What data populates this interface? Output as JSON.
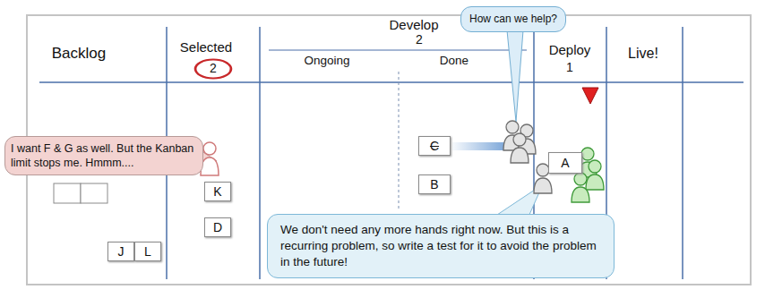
{
  "diagram": {
    "nodes": [
      {
        "text": [
          "How can we help?"
        ]
      },
      {
        "text": [
          "2"
        ]
      },
      {
        "text": [
          "I want F & G as well. But the Kanban limit stops me. Hmmm...."
        ]
      },
      {
        "text": [
          "C"
        ]
      },
      {
        "text": [
          "A"
        ]
      },
      {
        "text": [
          "B"
        ]
      },
      {
        "text": [
          "K"
        ]
      },
      {
        "text": [
          "D"
        ]
      },
      {
        "text": [
          "J"
        ]
      },
      {
        "text": [
          "L"
        ]
      },
      {
        "text": [
          "We don't need any more hands right now. But this is a recurring problem, so write a test for it to avoid the problem in the future!"
        ]
      }
    ],
    "labels": [
      "Backlog",
      "Selected",
      "Develop",
      "2",
      "Ongoing",
      "Done",
      "Deploy",
      "1",
      "Live!"
    ]
  }
}
